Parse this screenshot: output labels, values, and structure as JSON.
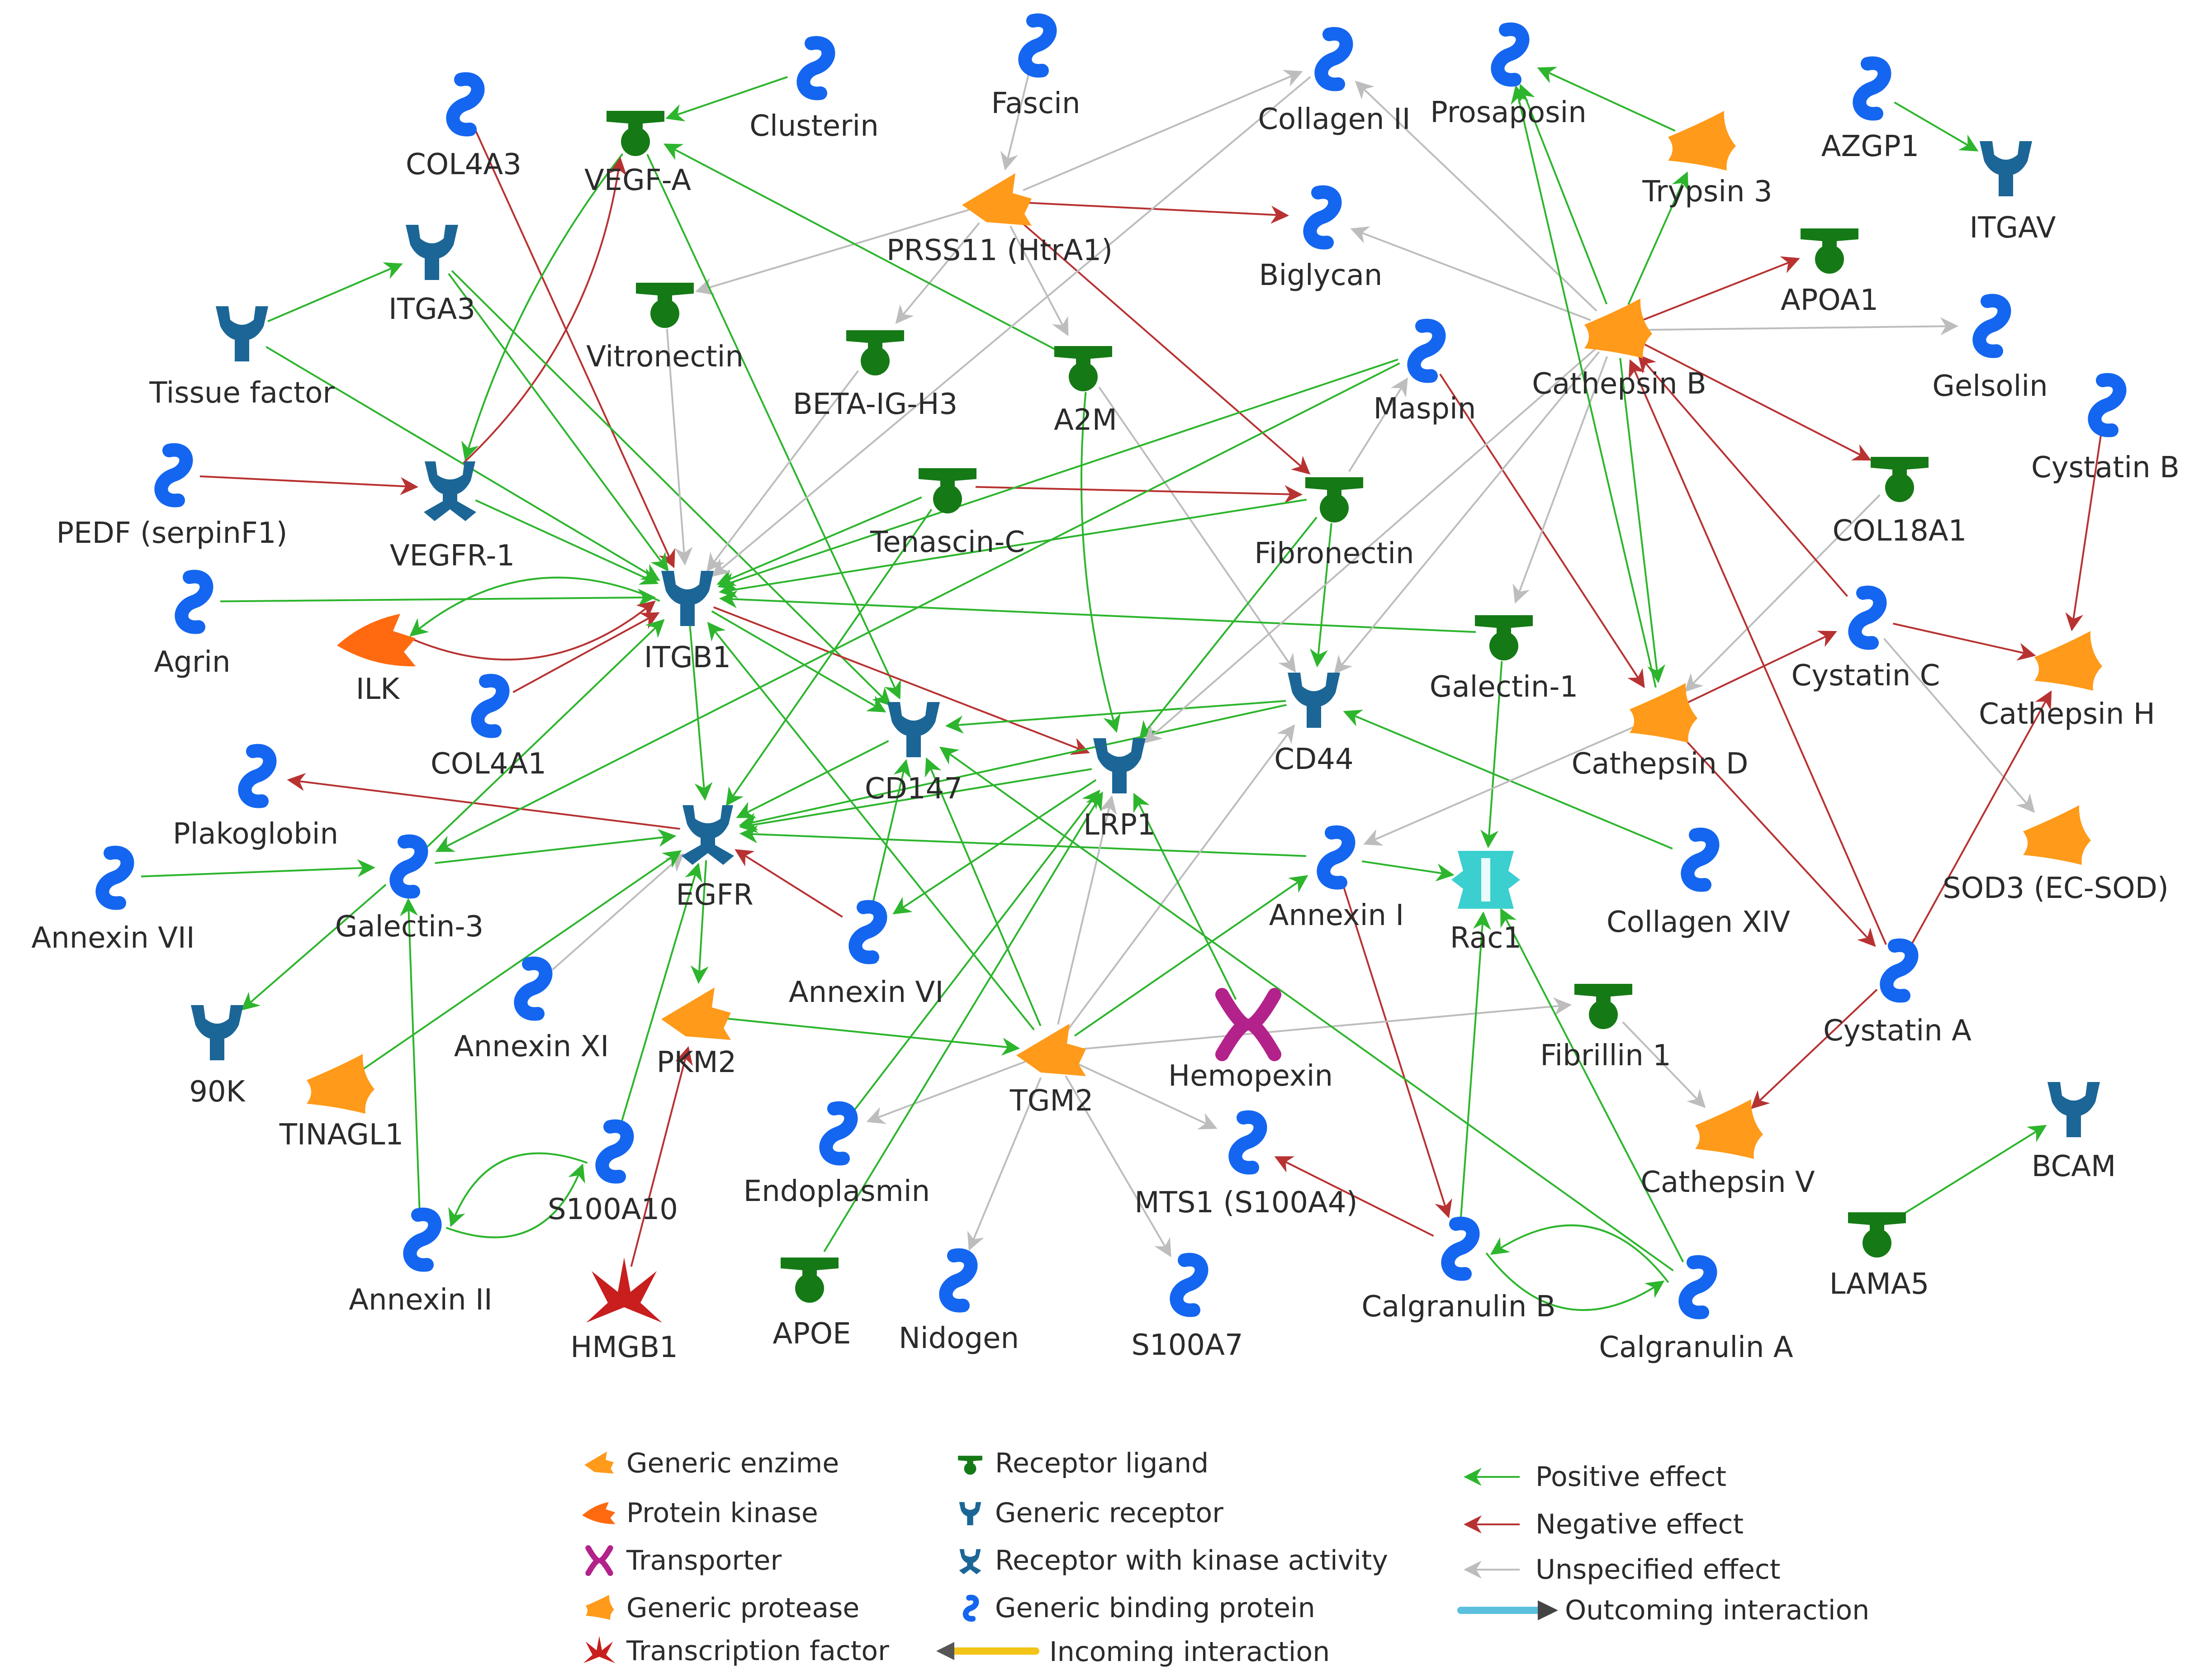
{
  "colors": {
    "positive": "#2db52d",
    "negative": "#b83232",
    "unspecified": "#bdbdbd",
    "enzyme": "#ff9a1a",
    "kinase": "#ff6a10",
    "transporter": "#b3228a",
    "ligand": "#157a15",
    "receptor": "#1b6696",
    "binding": "#1466f0",
    "tf": "#c81e1e",
    "rac": "#3bcfcf"
  },
  "nodes": {
    "clusterin": "Clusterin",
    "fascin": "Fascin",
    "collagen_ii": "Collagen II",
    "prosaposin": "Prosaposin",
    "azgp1": "AZGP1",
    "col4a3": "COL4A3",
    "vegfa": "VEGF-A",
    "trypsin3": "Trypsin 3",
    "itgav": "ITGAV",
    "prss11": "PRSS11 (HtrA1)",
    "biglycan": "Biglycan",
    "apoa1": "APOA1",
    "itga3": "ITGA3",
    "tissue_factor": "Tissue factor",
    "vitronectin": "Vitronectin",
    "beta_ig_h3": "BETA-IG-H3",
    "a2m": "A2M",
    "maspin": "Maspin",
    "cathepsin_b": "Cathepsin B",
    "gelsolin": "Gelsolin",
    "cystatin_b": "Cystatin B",
    "pedf": "PEDF (serpinF1)",
    "vegfr1": "VEGFR-1",
    "tenascin_c": "Tenascin-C",
    "fibronectin": "Fibronectin",
    "col18a1": "COL18A1",
    "agrin": "Agrin",
    "ilk": "ILK",
    "itgb1": "ITGB1",
    "col4a1": "COL4A1",
    "galectin1": "Galectin-1",
    "cystatin_c": "Cystatin C",
    "cathepsin_h": "Cathepsin H",
    "cd147": "CD147",
    "cd44": "CD44",
    "cathepsin_d": "Cathepsin D",
    "plakoglobin": "Plakoglobin",
    "lrp1": "LRP1",
    "egfr": "EGFR",
    "sod3": "SOD3 (EC-SOD)",
    "annexin_vii": "Annexin VII",
    "galectin3": "Galectin-3",
    "annexin_i": "Annexin I",
    "collagen_xiv": "Collagen XIV",
    "rac1": "Rac1",
    "annexin_vi": "Annexin VI",
    "k90": "90K",
    "annexin_xi": "Annexin XI",
    "pkm2": "PKM2",
    "hemopexin": "Hemopexin",
    "fibrillin1": "Fibrillin 1",
    "cystatin_a": "Cystatin A",
    "tinagl1": "TINAGL1",
    "tgm2": "TGM2",
    "bcam": "BCAM",
    "s100a10": "S100A10",
    "endoplasmin": "Endoplasmin",
    "mts1": "MTS1 (S100A4)",
    "cathepsin_v": "Cathepsin V",
    "annexin_ii": "Annexin II",
    "hmgb1": "HMGB1",
    "apoe": "APOE",
    "nidogen": "Nidogen",
    "s100a7": "S100A7",
    "calgranulin_b": "Calgranulin B",
    "calgranulin_a": "Calgranulin A",
    "lama5": "LAMA5"
  },
  "legend": {
    "generic_enzyme": "Generic enzime",
    "protein_kinase": "Protein kinase",
    "transporter": "Transporter",
    "generic_protease": "Generic protease",
    "transcription_factor": "Transcription factor",
    "receptor_ligand": "Receptor  ligand",
    "generic_receptor": "Generic receptor",
    "receptor_kinase": "Receptor with kinase activity",
    "generic_binding": "Generic binding protein",
    "incoming": "Incoming interaction",
    "positive": "Positive effect",
    "negative": "Negative effect",
    "unspecified": "Unspecified effect",
    "outcoming": "Outcoming interaction"
  }
}
